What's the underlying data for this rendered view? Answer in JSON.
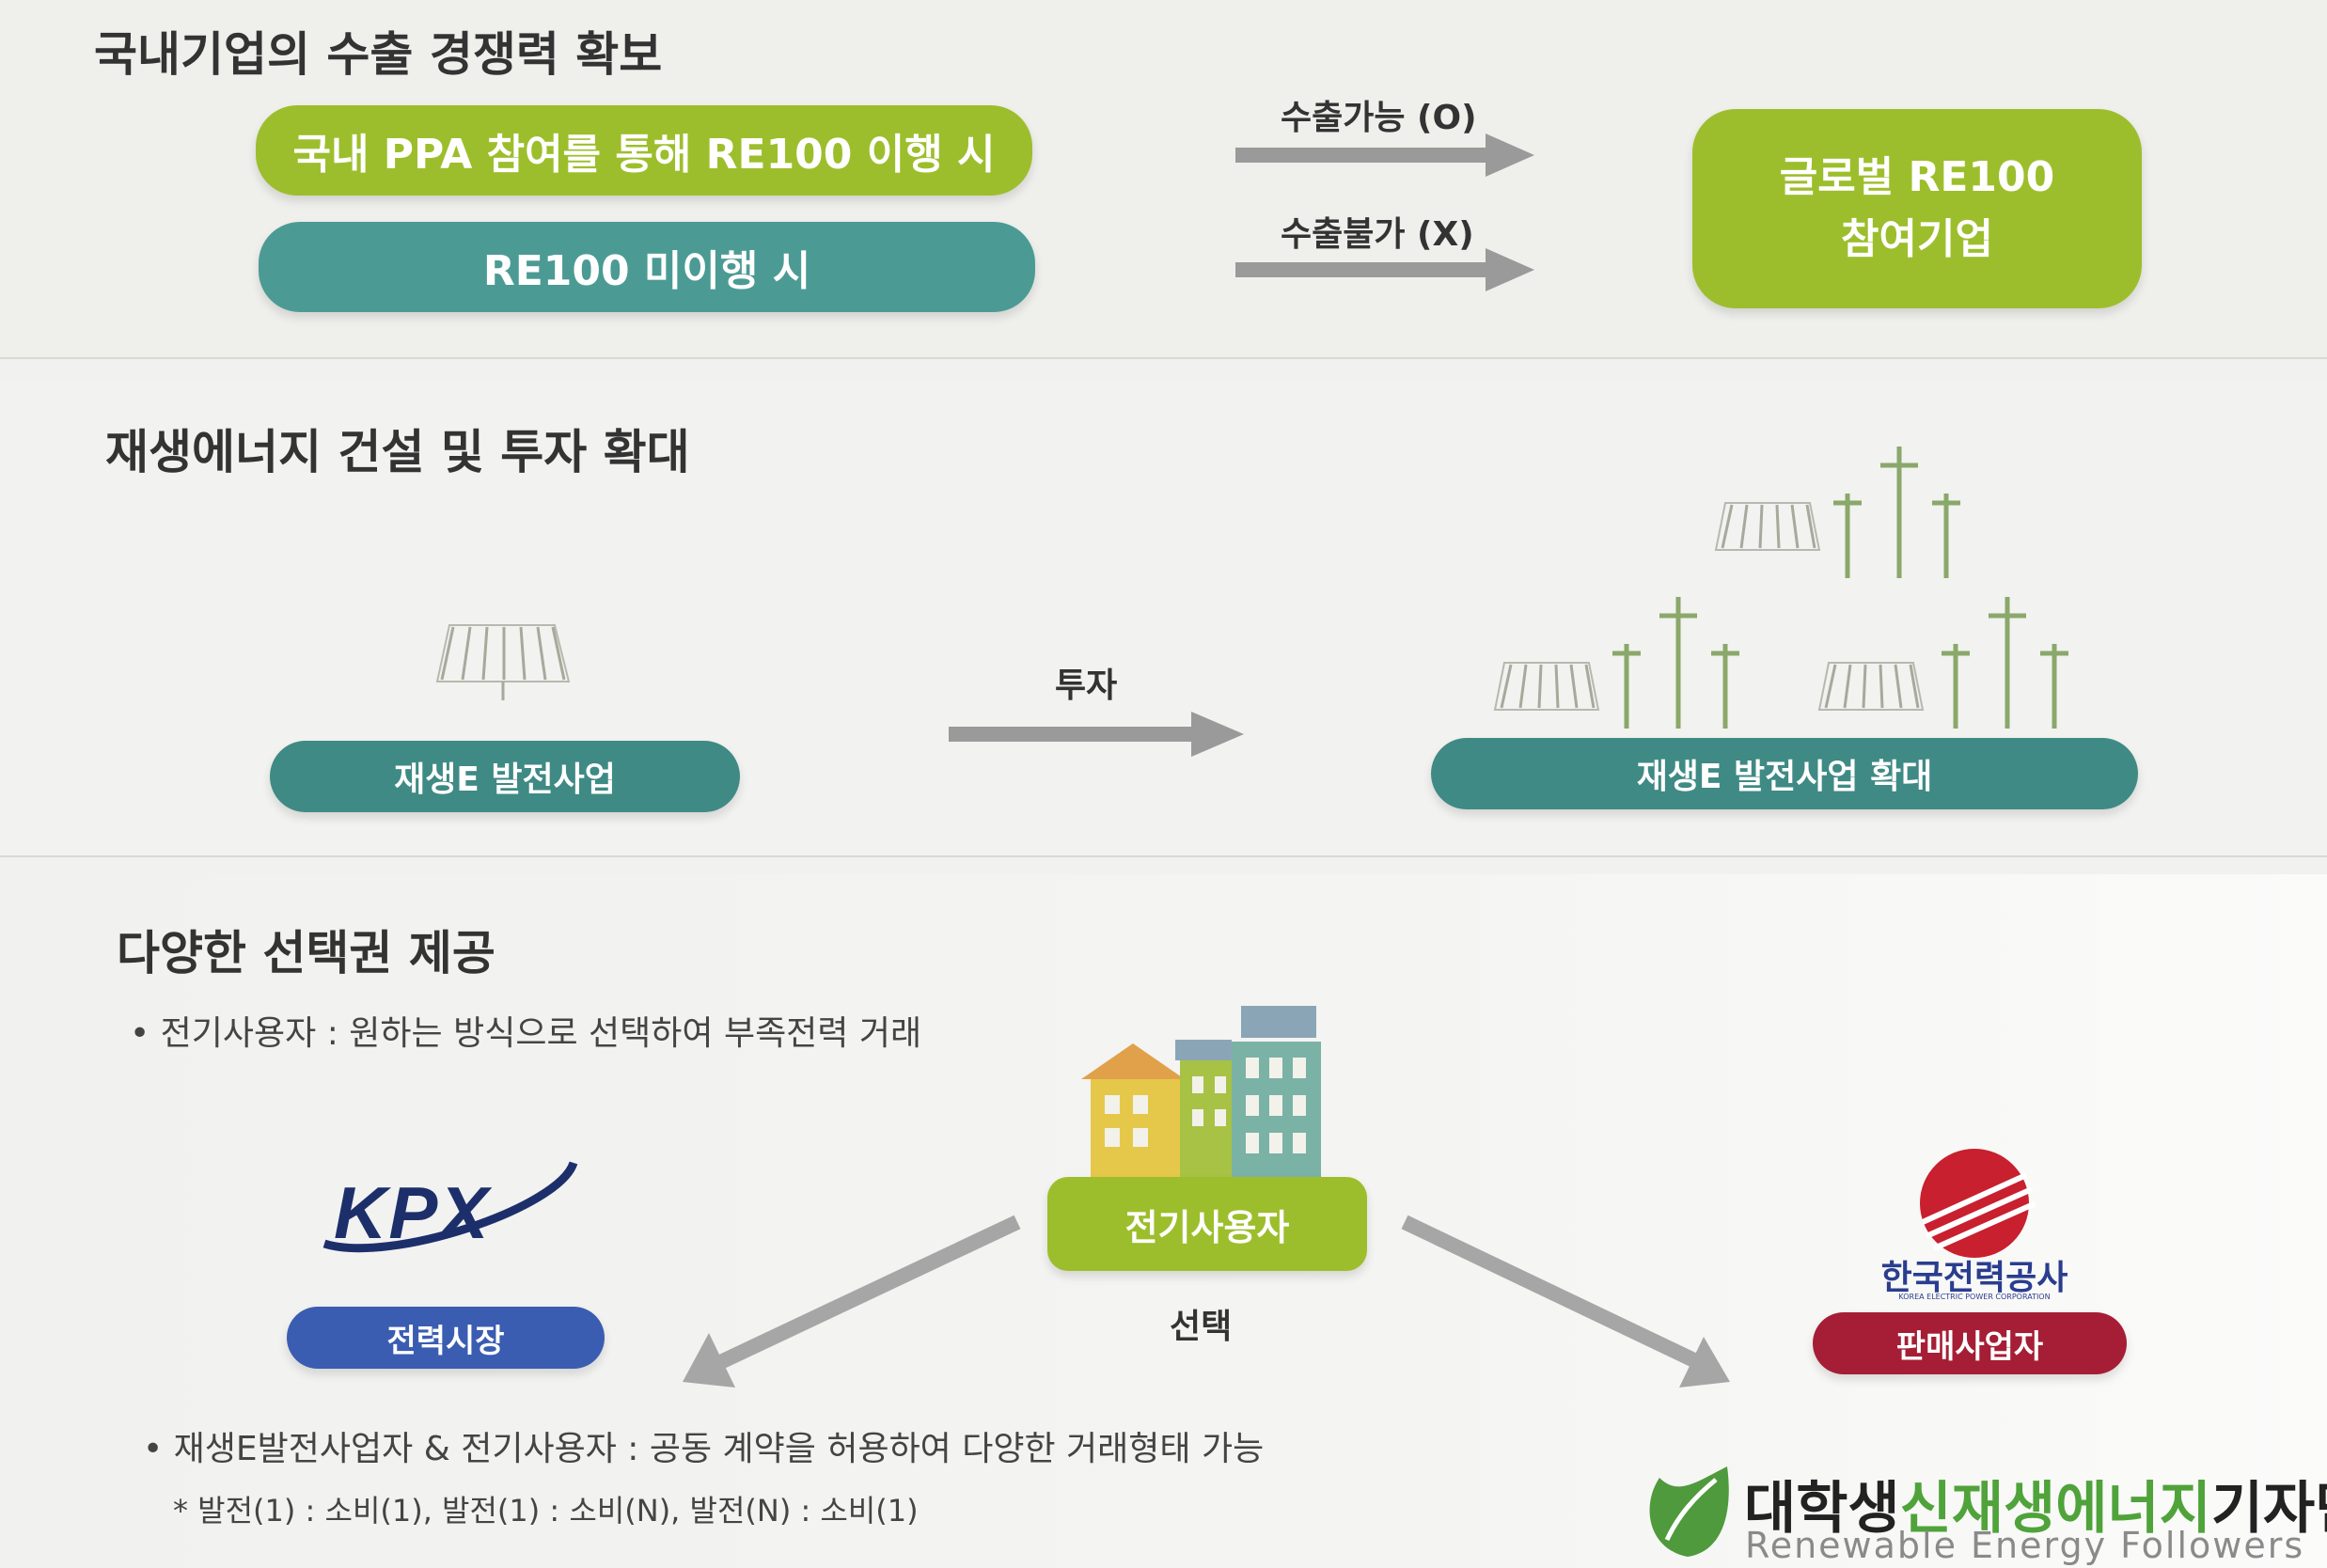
{
  "section1": {
    "title": "국내기업의 수출 경쟁력 확보",
    "pill_ppa": "국내 PPA 참여를 통해 RE100 이행 시",
    "pill_no_re100": "RE100 미이행 시",
    "arrow_export_ok": "수출가능 (O)",
    "arrow_export_no": "수출불가 (X)",
    "global_line1": "글로벌 RE100",
    "global_line2": "참여기업"
  },
  "section2": {
    "title": "재생에너지 건설 및 투자 확대",
    "invest_label": "투자",
    "pill_business": "재생E 발전사업",
    "pill_expand": "재생E 발전사업 확대"
  },
  "section3": {
    "title": "다양한 선택권 제공",
    "note1": "• 전기사용자 : 원하는 방식으로 선택하여 부족전력 거래",
    "kpx_logo": "KPX",
    "pill_market": "전력시장",
    "pill_user": "전기사용자",
    "choice_label": "선택",
    "kepco_logo": "한국전력공사",
    "kepco_sub": "KOREA ELECTRIC POWER CORPORATION",
    "pill_seller": "판매사업자",
    "note2": "• 재생E발전사업자 & 전기사용자 : 공동 계약을 허용하여 다양한 거래형태 가능",
    "note3": "* 발전(1) : 소비(1), 발전(1) : 소비(N), 발전(N) : 소비(1)"
  },
  "watermark": {
    "part1": "대학생",
    "part2": "신재생에너지",
    "part3": "기자단",
    "sub": "Renewable Energy Followers"
  },
  "colors": {
    "lime": "#9dbe2c",
    "teal": "#4b9b94",
    "blue": "#3a5db2",
    "red": "#a51e35",
    "arrow": "#9a9a9a"
  }
}
